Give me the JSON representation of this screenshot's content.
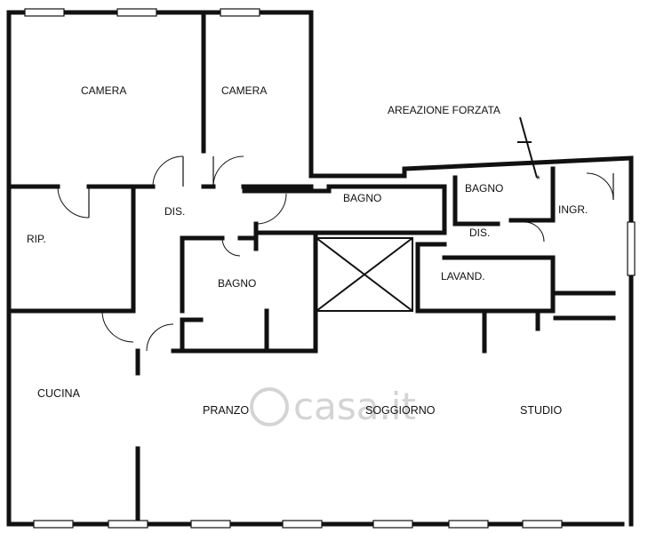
{
  "rooms": {
    "camera_1": "CAMERA",
    "camera_2": "CAMERA",
    "rip": "RIP.",
    "dis_1": "DIS.",
    "bagno_1": "BAGNO",
    "bagno_2": "BAGNO",
    "bagno_3": "BAGNO",
    "dis_2": "DIS.",
    "ingr": "INGR.",
    "lavand": "LAVAND.",
    "cucina": "CUCINA",
    "pranzo": "PRANZO",
    "soggiorno": "SOGGIORNO",
    "studio": "STUDIO"
  },
  "annotation": {
    "areazione": "AREAZIONE FORZATA"
  },
  "watermark": {
    "text": "casa.it"
  }
}
